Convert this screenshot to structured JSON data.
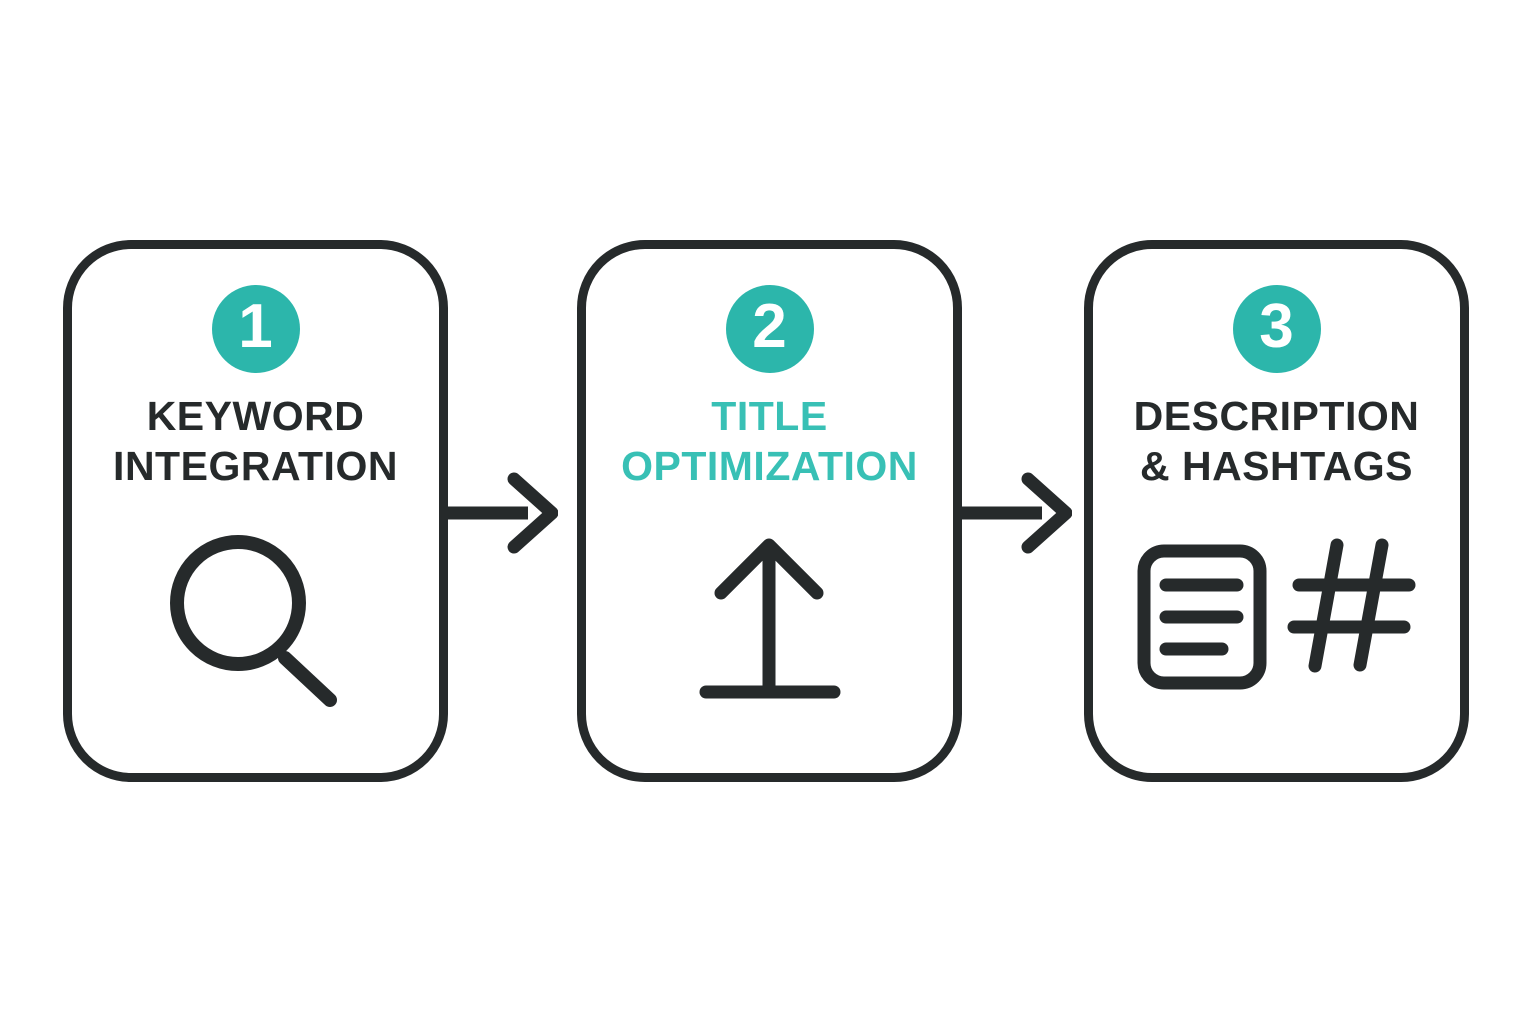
{
  "colors": {
    "ink": "#262a2b",
    "accent": "#2cb6ab",
    "accent_text": "#38c0b5",
    "card_bg": "#ffffff",
    "page_bg": "#ffffff",
    "badge_number": "#ffffff"
  },
  "diagram": {
    "type": "process-flow",
    "direction": "left-to-right",
    "connector_style": "arrow-right"
  },
  "steps": [
    {
      "number": "1",
      "title_lines": [
        "KEYWORD",
        "INTEGRATION"
      ],
      "icons": [
        "search-icon"
      ],
      "highlighted": false
    },
    {
      "number": "2",
      "title_lines": [
        "TITLE",
        "OPTIMIZATION"
      ],
      "icons": [
        "upload-icon"
      ],
      "highlighted": true
    },
    {
      "number": "3",
      "title_lines": [
        "DESCRIPTION",
        "& HASHTAGS"
      ],
      "icons": [
        "document-icon",
        "hashtag-icon"
      ],
      "highlighted": false
    }
  ],
  "connectors": [
    {
      "name": "arrow-1",
      "from_step": "1",
      "to_step": "2"
    },
    {
      "name": "arrow-2",
      "from_step": "2",
      "to_step": "3"
    }
  ]
}
